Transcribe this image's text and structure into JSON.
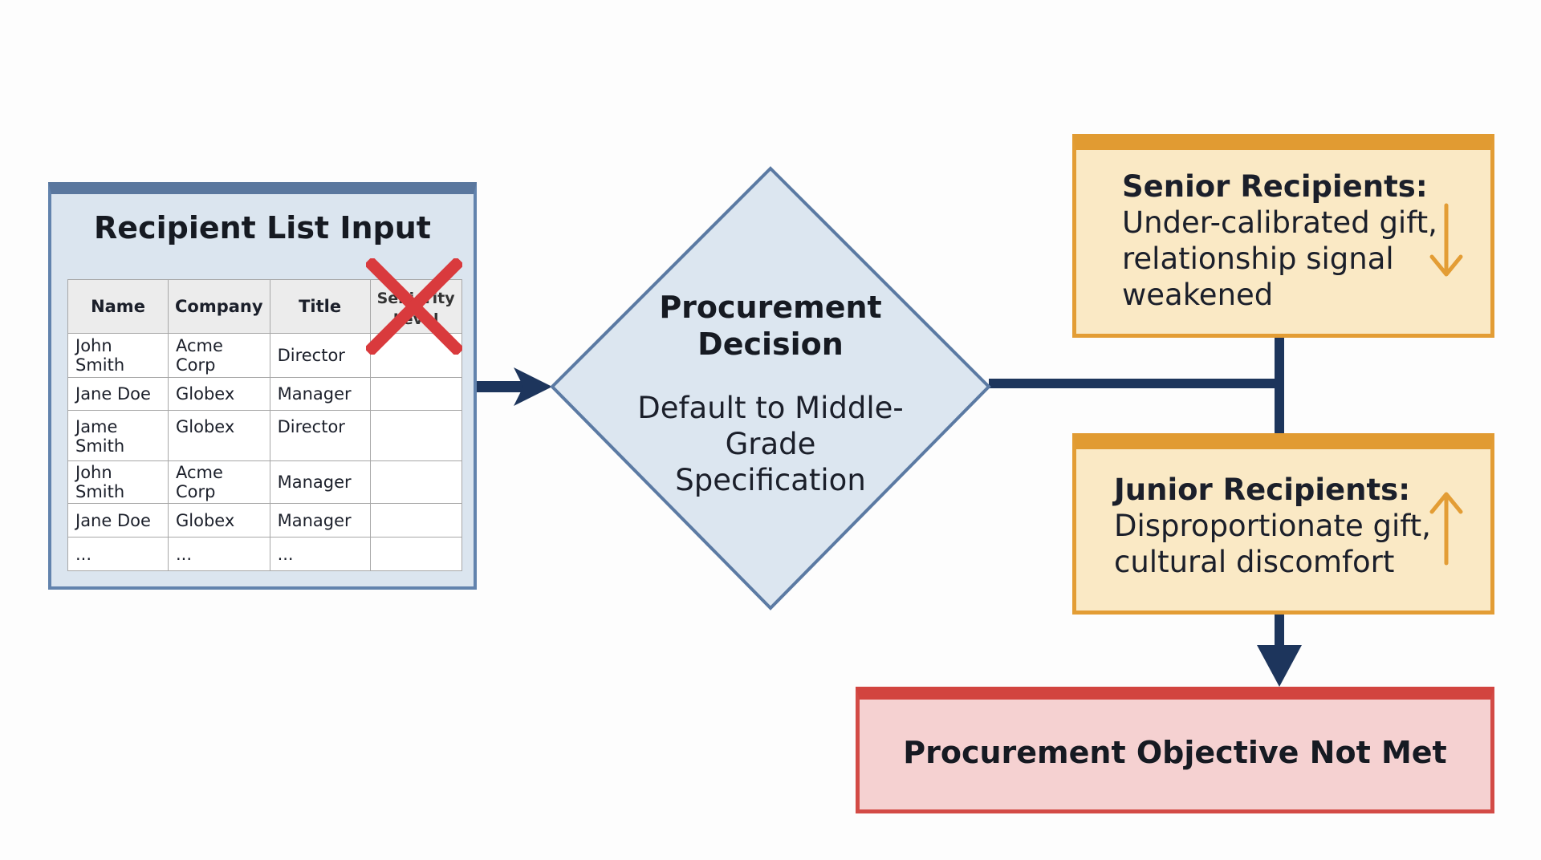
{
  "input_panel": {
    "title": "Recipient List Input",
    "columns": [
      "Name",
      "Company",
      "Title",
      "Seniority Level"
    ],
    "rows": [
      [
        "John Smith",
        "Acme Corp",
        "Director",
        ""
      ],
      [
        "Jane Doe",
        "Globex",
        "Manager",
        ""
      ],
      [
        "Jame Smith",
        "Globex",
        "Director",
        ""
      ],
      [
        "John Smith",
        "Acme Corp",
        "Manager",
        ""
      ],
      [
        "Jane Doe",
        "Globex",
        "Manager",
        ""
      ],
      [
        "...",
        "...",
        "...",
        ""
      ]
    ]
  },
  "decision": {
    "title": "Procurement Decision",
    "body": "Default to Middle-Grade Specification"
  },
  "outcomes": {
    "senior": {
      "heading": "Senior Recipients:",
      "text": "Under-calibrated gift, relationship signal weakened",
      "indicator": "arrow-down-icon"
    },
    "junior": {
      "heading": "Junior Recipients:",
      "text": "Disproportionate gift, cultural discomfort",
      "indicator": "arrow-up-icon"
    }
  },
  "result": {
    "text": "Procurement Objective Not Met"
  },
  "colors": {
    "input_fill": "#dbe5ef",
    "input_border": "#5a779e",
    "diamond_fill": "#dce6f0",
    "diamond_border": "#5b7aa3",
    "connector": "#1d355c",
    "outcome_fill": "#fae9c5",
    "outcome_border": "#e39d35",
    "result_fill": "#f5d1d1",
    "result_border": "#d2443f",
    "cross": "#d93a3d"
  }
}
